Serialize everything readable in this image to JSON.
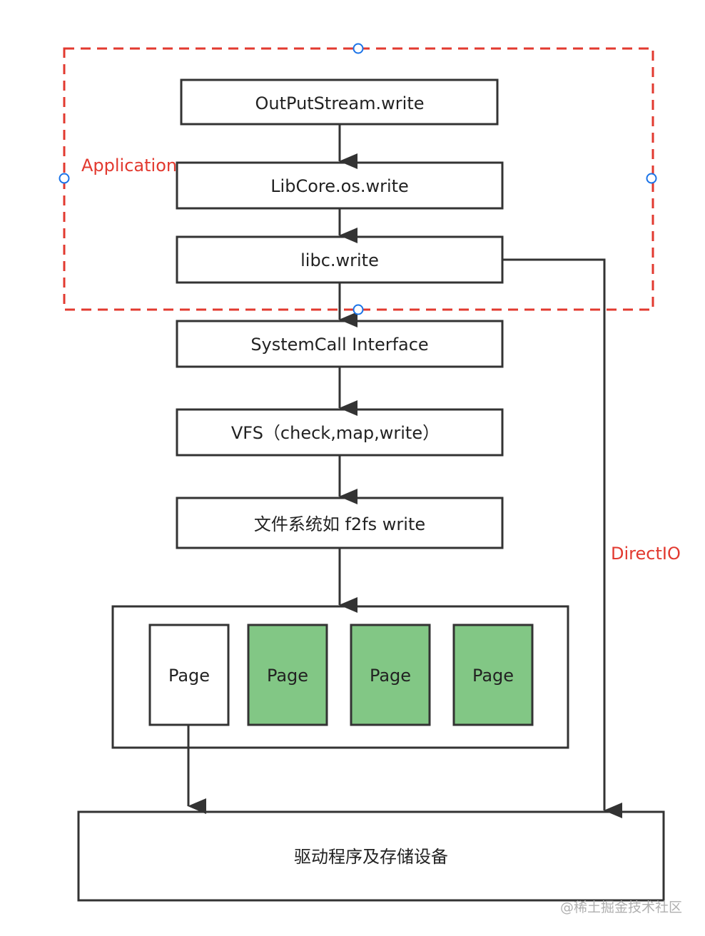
{
  "colors": {
    "stroke": "#333333",
    "text": "#222222",
    "accent_red": "#e2392f",
    "handle_blue": "#1a73e8",
    "page_green": "#82c785",
    "watermark": "#b0b0b0"
  },
  "application_group": {
    "label": "Application"
  },
  "direct_io": {
    "label": "DirectIO"
  },
  "boxes": {
    "outputstream": "OutPutStream.write",
    "libcore": "LibCore.os.write",
    "libc": "libc.write",
    "syscall": "SystemCall Interface",
    "vfs": "VFS（check,map,write）",
    "filesystem": "文件系统如 f2fs write",
    "driver": "驱动程序及存储设备"
  },
  "page_cache": {
    "pages": [
      {
        "label": "Page",
        "state": "clean"
      },
      {
        "label": "Page",
        "state": "dirty"
      },
      {
        "label": "Page",
        "state": "dirty"
      },
      {
        "label": "Page",
        "state": "dirty"
      }
    ]
  },
  "watermark": "@稀土掘金技术社区"
}
